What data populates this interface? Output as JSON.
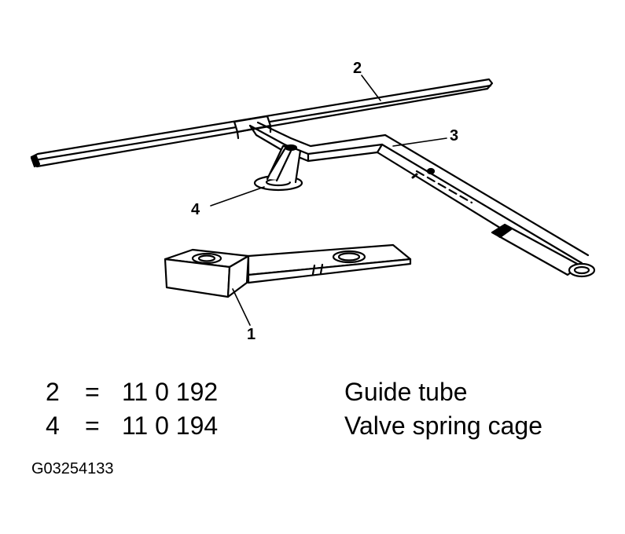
{
  "callouts": {
    "c1": "1",
    "c2": "2",
    "c3": "3",
    "c4": "4"
  },
  "legend": [
    {
      "number": "2",
      "equals": "=",
      "part_number": "11 0 192",
      "description": "Guide tube"
    },
    {
      "number": "4",
      "equals": "=",
      "part_number": "11 0 194",
      "description": "Valve spring cage"
    }
  ],
  "figure_code": "G03254133"
}
